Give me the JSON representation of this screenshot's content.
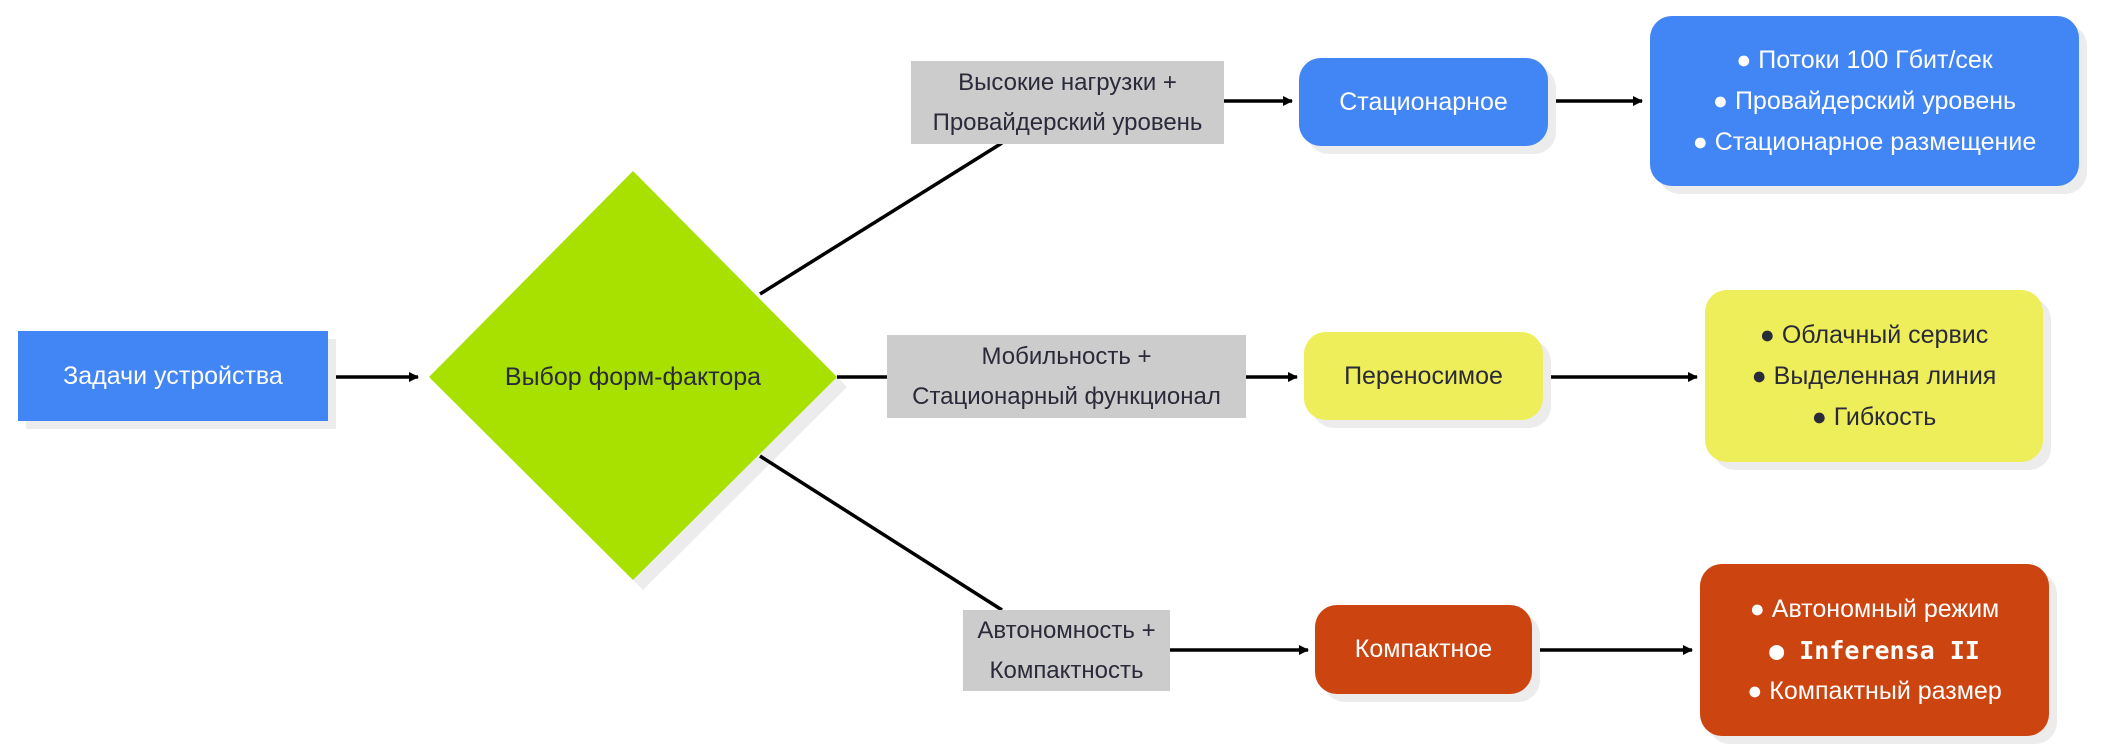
{
  "start": {
    "label": "Задачи устройства"
  },
  "decision": {
    "label": "Выбор форм-фактора"
  },
  "branches": [
    {
      "condition": [
        "Высокие нагрузки +",
        "Провайдерский уровень"
      ],
      "result": "Стационарное",
      "details": [
        "● Потоки 100 Гбит/сек",
        "● Провайдерский уровень",
        "● Стационарное размещение"
      ]
    },
    {
      "condition": [
        "Мобильность +",
        "Стационарный функционал"
      ],
      "result": "Переносимое",
      "details": [
        "● Облачный сервис",
        "● Выделенная линия",
        "● Гибкость"
      ]
    },
    {
      "condition": [
        "Автономность +",
        "Компактность"
      ],
      "result": "Компактное",
      "details": [
        "● Автономный режим",
        "● Inferensa II",
        "● Компактный размер"
      ]
    }
  ],
  "colors": {
    "blue": "#4285f4",
    "green": "#a8e000",
    "yellow": "#eeee5a",
    "orange": "#cc440f",
    "gray": "#cccccc"
  }
}
